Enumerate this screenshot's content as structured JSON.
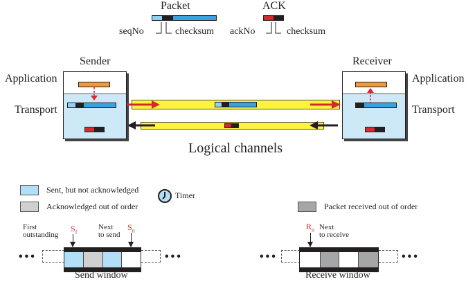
{
  "format_legend": {
    "packet": {
      "title": "Packet",
      "seq_label": "seqNo",
      "checksum_label": "checksum"
    },
    "ack": {
      "title": "ACK",
      "ack_label": "ackNo",
      "checksum_label": "checksum"
    }
  },
  "sender": {
    "title": "Sender",
    "layer_app": "Application",
    "layer_transport": "Transport"
  },
  "receiver": {
    "title": "Receiver",
    "layer_app": "Application",
    "layer_transport": "Transport"
  },
  "channels_label": "Logical channels",
  "legend": {
    "sent_not_acked": "Sent, but not acknowledged",
    "acked_out_of_order": "Acknowledged out of order",
    "timer": "Timer",
    "received_out_of_order": "Packet received out of order"
  },
  "send_window": {
    "label": "Send window",
    "sf_base": "S",
    "sf_sub": "f",
    "sn_base": "S",
    "sn_sub": "n",
    "first_line1": "First",
    "first_line2": "outstanding",
    "next_line1": "Next",
    "next_line2": "to send",
    "cells": [
      "sent-not-acked",
      "acked-out-of-order",
      "sent-not-acked",
      "empty"
    ],
    "ellipsis": "•••"
  },
  "receive_window": {
    "label": "Receive window",
    "rn_base": "R",
    "rn_sub": "n",
    "next_line1": "Next",
    "next_line2": "to receive",
    "cells": [
      "empty",
      "received-out-of-order",
      "empty",
      "received-out-of-order"
    ],
    "ellipsis": "•••"
  },
  "colors": {
    "seq_light_blue": "#8fd1f2",
    "data_blue": "#3aa2de",
    "checksum_black": "#231f20",
    "ack_red": "#d7282f",
    "app_orange": "#ef9a3a",
    "transport_bg": "#cde8f7",
    "channel_yellow": "#fff33d",
    "acked_gray": "#d0d0d0",
    "received_gray": "#a6a6a8",
    "sent_blue": "#b3dff6"
  }
}
